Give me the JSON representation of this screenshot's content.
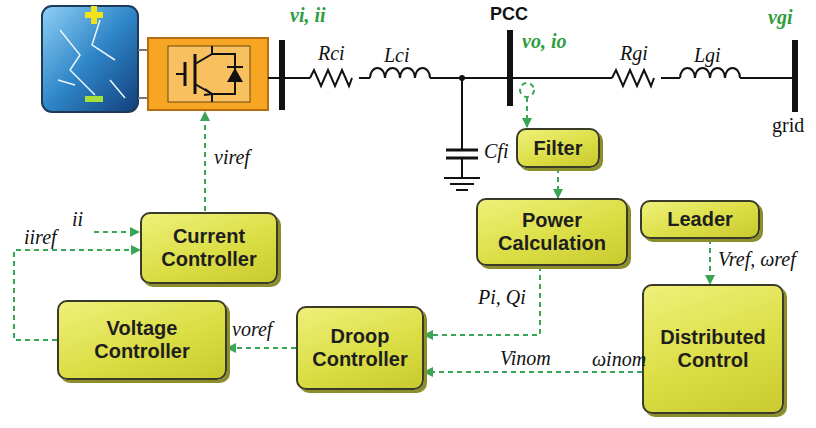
{
  "diagram": {
    "nodes": [
      {
        "text": [
          "Filter"
        ]
      },
      {
        "text": [
          "Power Calculation"
        ]
      },
      {
        "text": [
          "Leader"
        ]
      },
      {
        "text": [
          "Current Controller"
        ]
      },
      {
        "text": [
          "Voltage Controller"
        ]
      },
      {
        "text": [
          "Droop Controller"
        ]
      },
      {
        "text": [
          "Distributed Control"
        ]
      }
    ],
    "edges": [
      {
        "from": 0,
        "to": 1,
        "arrow": "to"
      },
      {
        "from": 1,
        "to": 5,
        "label": "Pi, Qi",
        "arrow": "to"
      },
      {
        "from": 2,
        "to": 6,
        "label": "Vref, ωref",
        "arrow": "to"
      },
      {
        "from": 6,
        "to": 5,
        "label": "Vinom",
        "arrow": "to"
      },
      {
        "from": 5,
        "to": 4,
        "label": "voref",
        "arrow": "to"
      },
      {
        "from": 4,
        "to": 3,
        "label": "iiref",
        "arrow": "to"
      }
    ],
    "labels": [
      "vi, ii",
      "Rci",
      "Lci",
      "PCC",
      "vo, io",
      "Rgi",
      "Lgi",
      "vgi",
      "grid",
      "Cfi",
      "viref",
      "ii",
      "ωinom"
    ]
  }
}
